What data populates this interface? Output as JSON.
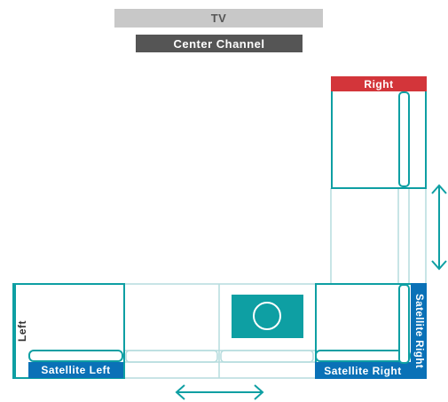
{
  "labels": {
    "tv": "TV",
    "center_channel": "Center Channel",
    "right": "Right",
    "left": "Left",
    "satellite_left": "Satellite Left",
    "satellite_right_bottom": "Satellite Right",
    "satellite_right_side": "Satellite Right"
  },
  "colors": {
    "teal": "#0e9fa3",
    "light_teal": "#b5dcdd",
    "red": "#d3353a",
    "blue": "#0a71b7",
    "tv_gray": "#c8c8c8",
    "center_gray": "#555555"
  },
  "icons": [
    "vertical-double-arrow-icon",
    "horizontal-double-arrow-icon",
    "subwoofer-icon"
  ]
}
